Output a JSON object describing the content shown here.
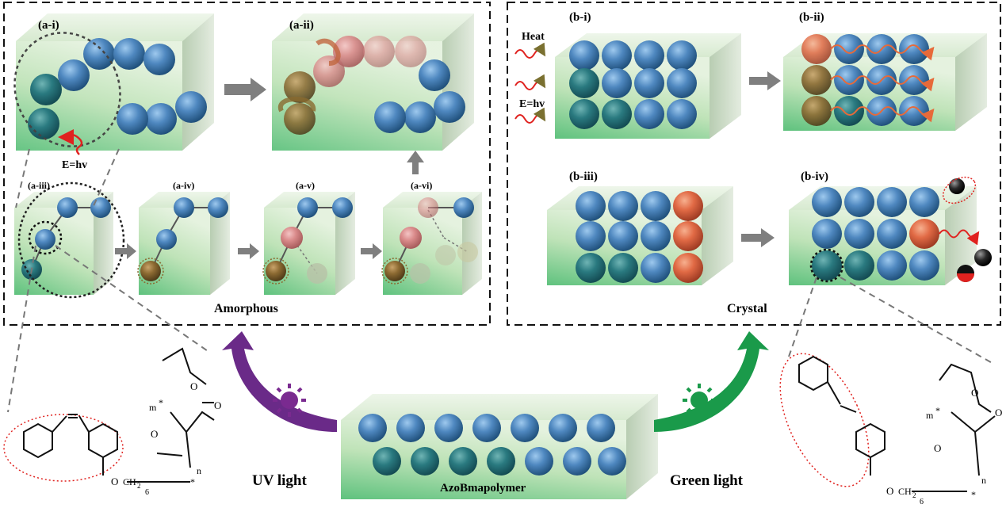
{
  "panel_labels": {
    "a_i": "(a-i)",
    "a_ii": "(a-ii)",
    "a_iii": "(a-iii)",
    "a_iv": "(a-iv)",
    "a_v": "(a-v)",
    "a_vi": "(a-vi)",
    "b_i": "(b-i)",
    "b_ii": "(b-ii)",
    "b_iii": "(b-iii)",
    "b_iv": "(b-iv)"
  },
  "text": {
    "energy_a": "E=hv",
    "heat": "Heat",
    "energy_b": "E=hv",
    "amorphous": "Amorphous",
    "crystal": "Crystal",
    "uv_light": "UV light",
    "green_light": "Green light",
    "polymer": "AzoBmapolymer",
    "chem_m": "m",
    "chem_n": "n",
    "chem_o": "O",
    "chem_ch2": "CH",
    "chem_sub2": "2",
    "chem_sub6": "6",
    "chem_star": "*"
  },
  "colors": {
    "sphere_blue": "#4a80b8",
    "sphere_teal": "#1f6e78",
    "sphere_orange": "#e06a45",
    "box_green": "#b9ddb0",
    "uv_purple": "#7a2a90",
    "green_light": "#1a9a4a",
    "arrow_gray": "#7f7f7f",
    "wave_red": "#e0221f"
  },
  "icons": [
    "sun-icon",
    "wave-arrow-icon",
    "gray-arrow-icon",
    "curved-arrow-icon"
  ]
}
